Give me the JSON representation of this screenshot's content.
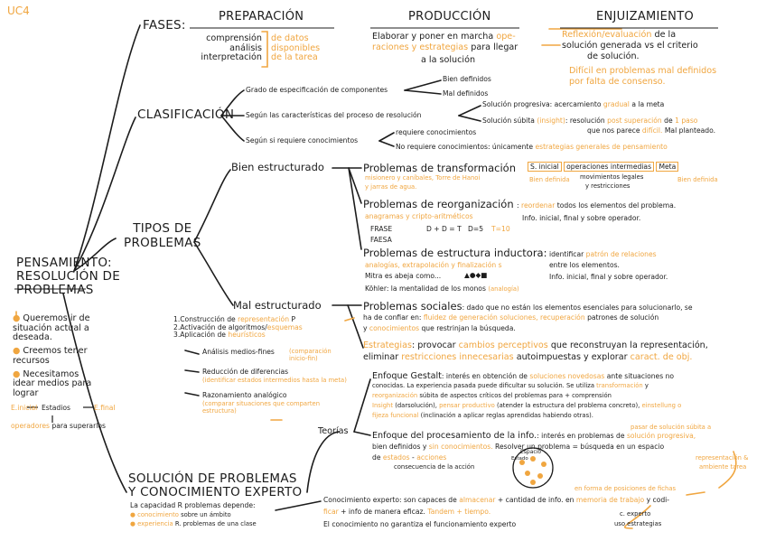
{
  "title": "UC4",
  "root": {
    "title": [
      "PENSAMIENTO:",
      "RESOLUCIÓN DE",
      "PROBLEMAS"
    ],
    "bullets": [
      "Queremos ir de situación actual a deseada.",
      "Creemos tener recursos",
      "Necesitamos idear medios para lograr"
    ],
    "flow": {
      "start": "E.inicial",
      "mid": "Estadios",
      "end": "E.final",
      "ops": "operadores",
      "ops_rest": "para superarlos"
    }
  },
  "fases": {
    "label": "FASES:",
    "preparacion": {
      "title": "PREPARACIÓN",
      "items": [
        "comprensión",
        "análisis",
        "interpretación"
      ],
      "targets": [
        "de datos",
        "disponibles",
        "de la tarea"
      ]
    },
    "produccion": {
      "title": "PRODUCCIÓN",
      "line1": "Elaborar y poner en marcha",
      "op1": "ope-",
      "op2": "raciones y estrategias",
      "line2b": "para llegar",
      "line3": "a la solución"
    },
    "enjuiciamiento": {
      "title": "ENJUIZAMIENTO",
      "l1a": "Reflexión/evaluación",
      "l1b": "de la",
      "l2": "solución generada vs el criterio",
      "l3": "de solución.",
      "note1": "Difícil en problemas mal definidos",
      "note2": "por falta de consenso."
    }
  },
  "clasificacion": {
    "label": "CLASIFICACIÓN",
    "row1": {
      "label": "Grado de especificación de componentes",
      "items": [
        "Bien definidos",
        "Mal definidos"
      ]
    },
    "row2": {
      "label": "Según las características del proceso de resolución",
      "prog": "Solución progresiva: acercamiento",
      "prog_o": "gradual",
      "prog_end": "a la meta",
      "sub": "Solución súbita",
      "sub_o": "(insight)",
      "sub_res": ": resolución",
      "sub_res_o": "post superación",
      "sub_de": "de",
      "sub_one": "1 paso",
      "sub_l2": "que nos parece",
      "sub_l2_o": "difícil.",
      "sub_l2_end": "Mal planteado."
    },
    "row3": {
      "label": "Según si requiere conocimientos",
      "req": "requiere conocimientos",
      "noreq": "No requiere conocimientos: únicamente",
      "noreq_o": "estrategias generales de pensamiento"
    }
  },
  "tipos": {
    "label": [
      "TIPOS DE",
      "PROBLEMAS"
    ],
    "bien": {
      "label": "Bien estructurado",
      "trans": {
        "title": "Problemas de transformación",
        "ex1": "misionero y caníbales, Torre de Hanoi",
        "ex2": "y jarras de agua."
      },
      "table": {
        "s_inicial": "S. inicial",
        "ops": "operaciones intermedias",
        "meta": "Meta",
        "bien1": "Bien definida",
        "mov": "movimientos legales",
        "restr": "y restricciones",
        "bien2": "Bien definida"
      },
      "reorg": {
        "title": "Problemas de reorganización",
        "desc_o": "reordenar",
        "desc": "todos los elementos del problema.",
        "ex_o": "anagramas y cripto-aritméticos",
        "info": "Info. inicial, final y sobre operador.",
        "frase1": "FRASE",
        "frase2": "FAESA",
        "eq": "D + D = T",
        "d5": "D=5",
        "t10": "T=10"
      },
      "induc": {
        "title": "Problemas de estructura inductora",
        "colon": ":",
        "desc1": "identificar",
        "desc1_o": "patrón de relaciones",
        "desc2": "entre los elementos.",
        "ex_o": "analogías, extrapolación y finalización s",
        "ex2": "Mitra es abeja como...",
        "shapes": "▲●◆■",
        "info": "Info. inicial, final y sobre operador.",
        "kohler": "Köhler: la mentalidad de los monos",
        "kohler_o": "(analogía)"
      }
    },
    "mal": {
      "label": "Mal estructurado",
      "steps": [
        "1.Construcción de",
        "2.Activación de algoritmos/",
        "3.Aplicación de"
      ],
      "steps_o": [
        "representación",
        "esquemas",
        "heurísticos"
      ],
      "p_mark": "P",
      "medios": "Análisis medios-fines",
      "medios_o": "(comparación inicio-fin)",
      "reduc": "Reducción de diferencias",
      "reduc_o": "(identificar estados intermedios hasta la meta)",
      "razon": "Razonamiento analógico",
      "razon_o": "(comparar situaciones que comparten estructura)",
      "sociales": {
        "title": "Problemas sociales",
        "l1": ": dado que no están los elementos esenciales para solucionarlo, se",
        "l2": "ha de confiar en:",
        "l2_o": "fluidez de generación soluciones,",
        "l2_o2": "recuperación",
        "l2_end": "patrones de solución",
        "l3a": "y",
        "l3_o": "conocimientos",
        "l3_end": "que restrinjan la búsqueda."
      },
      "estrategias": {
        "title_o": "Estrategias",
        "l1": ": provocar",
        "l1_o": "cambios perceptivos",
        "l1_end": "que reconstruyan la representación,",
        "l2": "eliminar",
        "l2_o": "restricciones innecesarias",
        "l2_end": "autoimpuestas y explorar",
        "l2_o2": "caract. de obj."
      }
    }
  },
  "teorias": {
    "label": "Teorías",
    "gestalt": {
      "title": "Enfoque Gestalt",
      "l1": ": interés en obtención de",
      "l1_o": "soluciones novedosas",
      "l1_end": "ante situaciones no",
      "l2": "conocidas. La experiencia pasada puede dificultar su solución. Se utiliza",
      "l2_o": "transformación",
      "l2_end": "y",
      "l3_o": "reorganización",
      "l3": "súbita de aspectos críticos del problemas para + comprensión",
      "l4_o": "Insight",
      "l4_a": "(darsolución),",
      "l4_o2": "pensar productivo",
      "l4_b": "(atender la estructura del problema concreto),",
      "l4_o3": "einstellung o",
      "l5_o": "fijeza",
      "l5_o2": "funcional",
      "l5": "(inclinación a aplicar reglas aprendidas habiendo otras)."
    },
    "procesa": {
      "title": "Enfoque del procesamiento de la info.",
      "l1": ": interés en problemas de",
      "l1_o": "solución progresiva,",
      "l2": "bien definidos y",
      "l2_o": "sin conocimientos.",
      "l2_end": "Resolver un problema = búsqueda en un espacio",
      "l3": "de",
      "l3_o": "estados",
      "l3_o2": "acciones",
      "l3_sub": "consecuencia de la acción",
      "note1_o": "pasar de solución súbita a",
      "note2_o": "representación &",
      "note3_o": "ambiente tarea",
      "espacio": "Espacio",
      "estado": "Estado"
    }
  },
  "experto": {
    "label": [
      "SOLUCIÓN DE PROBLEMAS",
      "Y CONOCIMIENTO EXPERTO"
    ],
    "cap": "La capacidad R problemas depende:",
    "cap1_o": "conocimiento",
    "cap1": "sobre un ámbito",
    "cap2_o": "experiencia",
    "cap2": "R. problemas de una clase",
    "def": "Conocimiento experto: son capaces de",
    "def_o": "almacenar",
    "def_mid": "+ cantidad de info. en",
    "def_o2": "memoria de trabajo",
    "def_end": "y codi-",
    "def2_o": "ficar",
    "def2": "+ info de manera eficaz.",
    "def2_o2": "Tandem + tiempo.",
    "note_o": "en forma de posiciones de fichas",
    "cexp": "c. experto",
    "cexp2": "uso estrategias",
    "final": "El conocimiento no garantiza el funcionamiento experto"
  }
}
